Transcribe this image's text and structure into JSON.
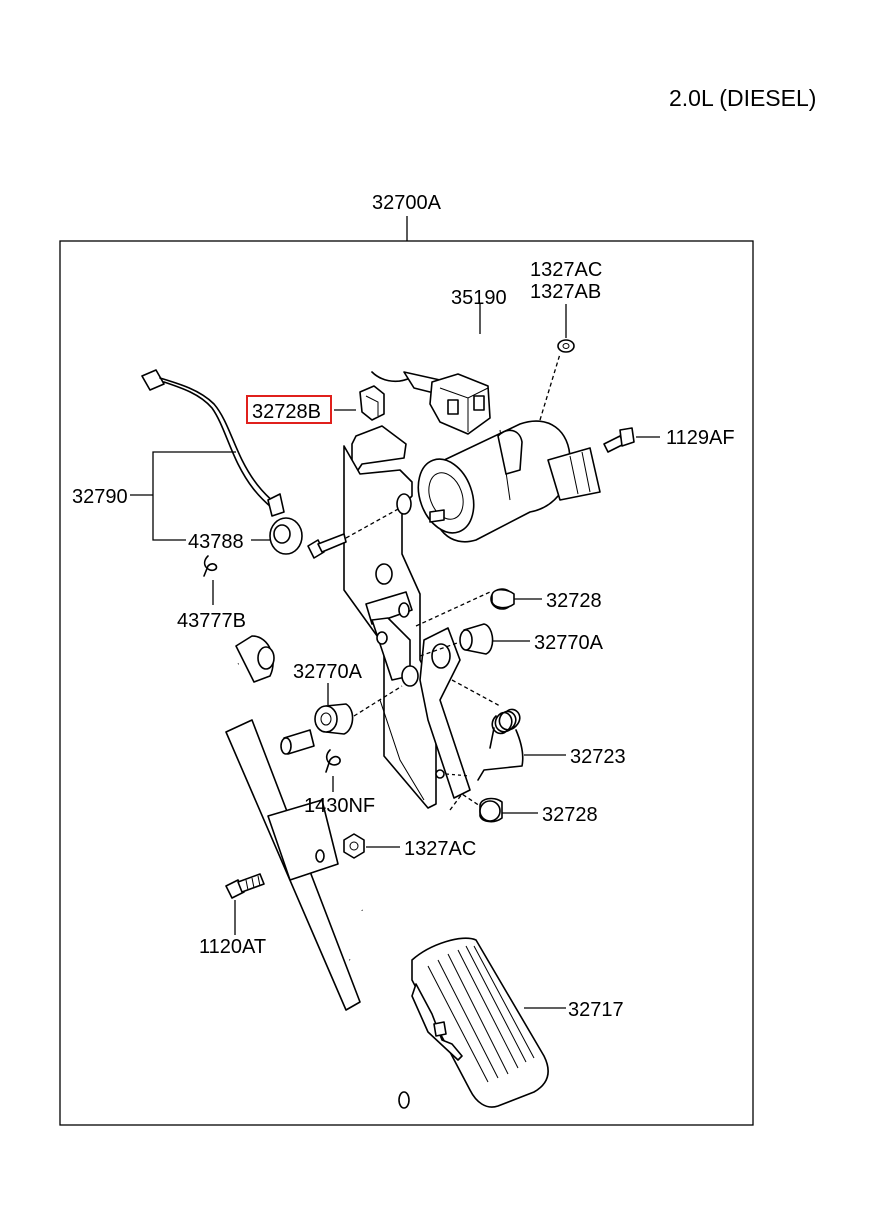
{
  "engine_variant": "2.0L (DIESEL)",
  "assembly_label": "32700A",
  "highlight_color": "#e0201c",
  "parts": {
    "p35190": "35190",
    "p1327AC_top": "1327AC",
    "p1327AB": "1327AB",
    "p32728B": "32728B",
    "p1129AF": "1129AF",
    "p32790": "32790",
    "p43788": "43788",
    "p43777B": "43777B",
    "p32728_upper": "32728",
    "p32770A_right": "32770A",
    "p32770A_left": "32770A",
    "p32723": "32723",
    "p1430NF": "1430NF",
    "p32728_lower": "32728",
    "p1327AC_lower": "1327AC",
    "p1120AT": "1120AT",
    "p32717": "32717"
  }
}
